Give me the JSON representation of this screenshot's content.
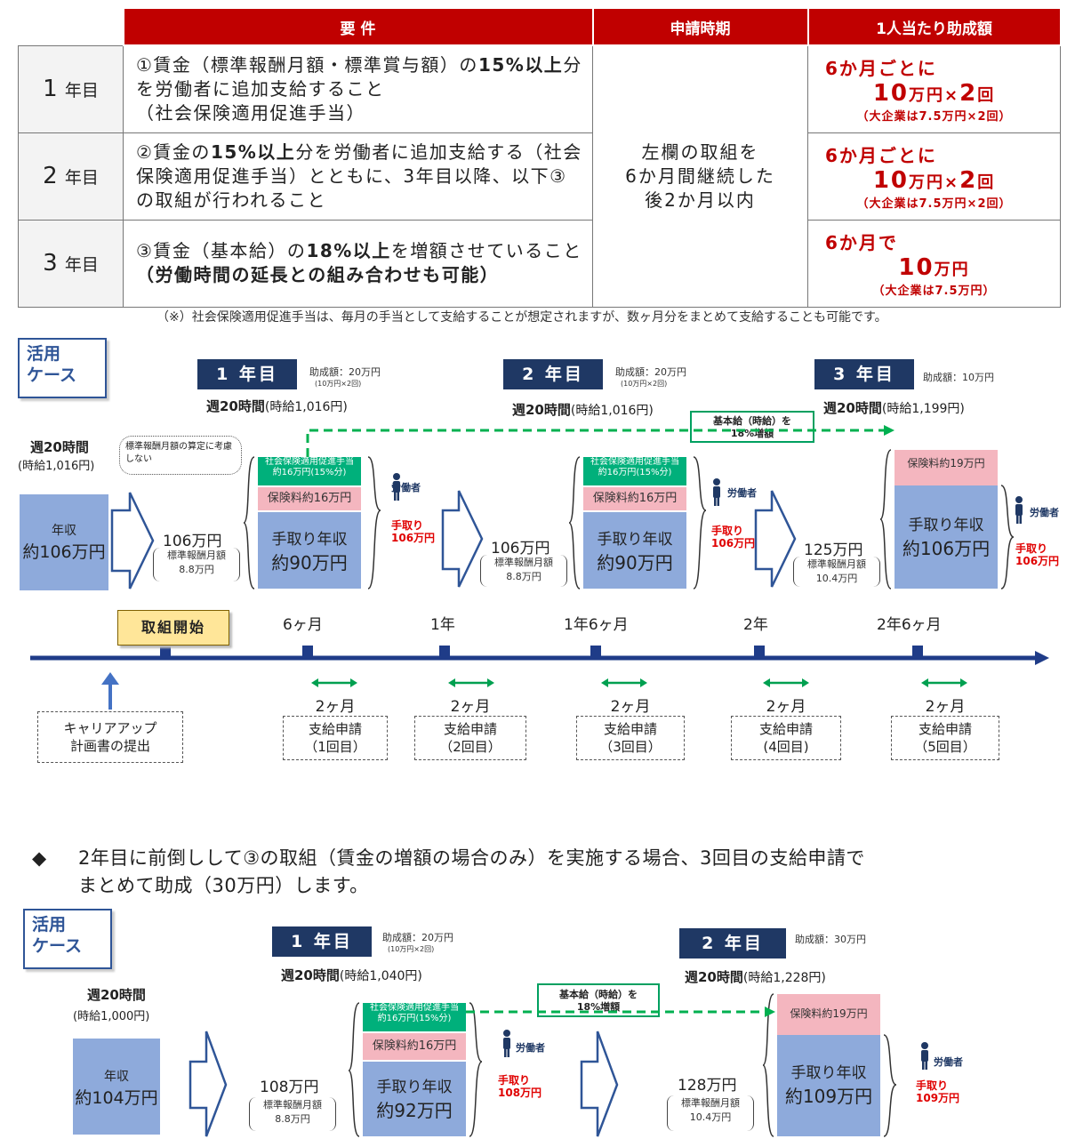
{
  "table": {
    "headers": [
      "要 件",
      "申請時期",
      "1人当たり助成額"
    ],
    "rows": [
      {
        "year": "1",
        "unit": "年目",
        "cond_a": "①賃金（標準報酬月額・標準賞与額）の",
        "cond_b": "15%",
        "cond_c": "以上",
        "cond_d": "分を労働者に追加支給すること",
        "cond_e": "（社会保険適用促進手当）",
        "amt1": "6か月ごとに",
        "amt2": "10",
        "amt2u": "万円×",
        "amt2n": "2",
        "amt2k": "回",
        "amt3": "（大企業は7.5万円×2回）"
      },
      {
        "year": "2",
        "unit": "年目",
        "cond_a": "②賃金の",
        "cond_b": "15%以上",
        "cond_c": "分を労働者に追加支給する（社会保険適用促進手当）とともに、3年目以降、以下③の取組が行われること",
        "amt1": "6か月ごとに",
        "amt2": "10",
        "amt2u": "万円×",
        "amt2n": "2",
        "amt2k": "回",
        "amt3": "（大企業は7.5万円×2回）"
      },
      {
        "year": "3",
        "unit": "年目",
        "cond_a": "③賃金（基本給）の",
        "cond_b": "18%以上",
        "cond_c": "を増額させていること",
        "cond_d": "（労働時間の延長との組み合わせも可能）",
        "amt1": "6か月で",
        "amt2": "10",
        "amt2u": "万円",
        "amt3": "（大企業は7.5万円）"
      }
    ],
    "timing": [
      "左欄の取組を",
      "6か月間継続した",
      "後2か月以内"
    ],
    "note": "（※）社会保険適用促進手当は、毎月の手当として支給することが想定されますが、数ヶ月分をまとめて支給することも可能です。"
  },
  "case1": {
    "case_label_1": "活用",
    "case_label_2": "ケース",
    "start_hours": "週20時間",
    "start_wage": "(時給1,016円)",
    "start_income_1": "年収",
    "start_income_2": "約106万円",
    "callout": "標準報酬月額の算定に考慮しない",
    "years": [
      {
        "label": "1 年目",
        "grant": "助成額：20万円",
        "grant_sub": "(10万円×2回)",
        "hours": "週20時間",
        "wage": "(時給1,016円)"
      },
      {
        "label": "2 年目",
        "grant": "助成額：20万円",
        "grant_sub": "(10万円×2回)",
        "hours": "週20時間",
        "wage": "(時給1,016円)"
      },
      {
        "label": "3 年目",
        "grant": "助成額：10万円",
        "hours": "週20時間",
        "wage": "(時給1,199円)"
      }
    ],
    "stacks": [
      {
        "income": "106万円",
        "std1": "標準報酬月額",
        "std2": "8.8万円",
        "allow1": "社会保険適用促進手当",
        "allow2": "約16万円(15%分)",
        "premium": "保険料約16万円",
        "net1": "手取り年収",
        "net2": "約90万円",
        "worker": "労働者",
        "take1": "手取り",
        "take2": "106万円"
      },
      {
        "income": "106万円",
        "std1": "標準報酬月額",
        "std2": "8.8万円",
        "allow1": "社会保険適用促進手当",
        "allow2": "約16万円(15%分)",
        "premium": "保険料約16万円",
        "net1": "手取り年収",
        "net2": "約90万円",
        "worker": "労働者",
        "take1": "手取り",
        "take2": "106万円"
      },
      {
        "income": "125万円",
        "std1": "標準報酬月額",
        "std2": "10.4万円",
        "premium": "保険料約19万円",
        "net1": "手取り年収",
        "net2": "約106万円",
        "worker": "労働者",
        "take1": "手取り",
        "take2": "106万円"
      }
    ],
    "raise_note_1": "基本給（時給）を",
    "raise_note_2": "18%増額",
    "start_label": "取組開始",
    "ticks": [
      "6ヶ月",
      "1年",
      "1年6ヶ月",
      "2年",
      "2年6ヶ月"
    ],
    "submit_1": "キャリアアップ",
    "submit_2": "計画書の提出",
    "apps": [
      {
        "gap": "2ヶ月",
        "l1": "支給申請",
        "l2": "（1回目）"
      },
      {
        "gap": "2ヶ月",
        "l1": "支給申請",
        "l2": "（2回目）"
      },
      {
        "gap": "2ヶ月",
        "l1": "支給申請",
        "l2": "（3回目）"
      },
      {
        "gap": "2ヶ月",
        "l1": "支給申請",
        "l2": "(4回目)"
      },
      {
        "gap": "2ヶ月",
        "l1": "支給申請",
        "l2": "（5回目）"
      }
    ]
  },
  "bullet": {
    "mark": "◆",
    "line1": "2年目に前倒しして③の取組（賃金の増額の場合のみ）を実施する場合、3回目の支給申請で",
    "line2": "まとめて助成（30万円）します。"
  },
  "case2": {
    "case_label_1": "活用",
    "case_label_2": "ケース",
    "start_hours": "週20時間",
    "start_wage": "(時給1,000円)",
    "start_income_1": "年収",
    "start_income_2": "約104万円",
    "years": [
      {
        "label": "1 年目",
        "grant": "助成額：20万円",
        "grant_sub": "(10万円×2回)",
        "hours": "週20時間",
        "wage": "(時給1,040円)"
      },
      {
        "label": "2 年目",
        "grant": "助成額：30万円",
        "hours": "週20時間",
        "wage": "(時給1,228円)"
      }
    ],
    "stacks": [
      {
        "income": "108万円",
        "std1": "標準報酬月額",
        "std2": "8.8万円",
        "allow1": "社会保険適用促進手当",
        "allow2": "約16万円(15%分)",
        "premium": "保険料約16万円",
        "net1": "手取り年収",
        "net2": "約92万円",
        "worker": "労働者",
        "take1": "手取り",
        "take2": "108万円"
      },
      {
        "income": "128万円",
        "std1": "標準報酬月額",
        "std2": "10.4万円",
        "premium": "保険料約19万円",
        "net1": "手取り年収",
        "net2": "約109万円",
        "worker": "労働者",
        "take1": "手取り",
        "take2": "109万円"
      }
    ],
    "raise_note_1": "基本給（時給）を",
    "raise_note_2": "18%増額"
  },
  "colors": {
    "red": "#c00000",
    "navy": "#1f3864",
    "blue": "#8eaadb",
    "green": "#00b07b",
    "pink": "#f4b6bf",
    "timeline": "#1f3c88"
  }
}
